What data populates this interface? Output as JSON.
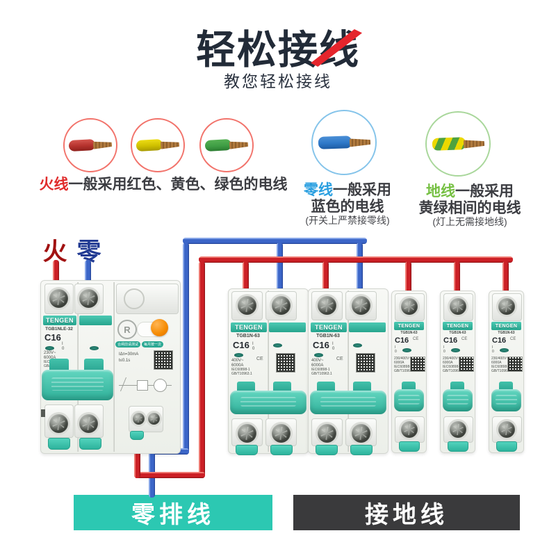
{
  "header": {
    "title": "轻松接线",
    "subtitle": "教您轻松接线"
  },
  "legend": {
    "live": {
      "term": "火线",
      "desc": "一般采用红色、黄色、绿色的电线"
    },
    "neutral": {
      "term": "零线",
      "desc": "一般采用",
      "line2": "蓝色的电线",
      "note": "(开关上严禁接零线)"
    },
    "ground": {
      "term": "地线",
      "desc": "一般采用",
      "line2": "黄绿相间的电线",
      "note": "(灯上无需接地线)"
    }
  },
  "feeds": {
    "live": "火",
    "neutral": "零"
  },
  "breakers": {
    "brand": "TENGEN",
    "switch_on": "I",
    "switch_off": "0",
    "ce": "CE",
    "rcbo": {
      "model": "TGB1NLE-32",
      "rating": "C16",
      "voltage": "230V~",
      "breaking": "6000A",
      "std1": "IEC61009-1",
      "std2": "GB/T16917.1",
      "rcd_logo": "R",
      "tip1": "合闸前请测试",
      "tip2": "每月按一次",
      "leakage": "IΔn=30mA",
      "trip": "t≤0.1s"
    },
    "dp": {
      "model": "TGB1N-63",
      "rating": "C16",
      "voltage": "400V~",
      "breaking": "6000A",
      "std1": "IEC60898-1",
      "std2": "GB/T10963.1"
    },
    "sp": {
      "model": "TGB1N-63",
      "rating": "C16",
      "voltage": "230/400V~",
      "breaking": "6000A",
      "std1": "IEC60898-1",
      "std2": "GB/T10963.1"
    }
  },
  "bottom": {
    "neutral_bus": "零排线",
    "ground_wire": "接地线"
  },
  "colors": {
    "teal": "#2cc8b2",
    "wire_red": "#c9242b",
    "wire_blue": "#3a63c4",
    "dark_box": "#3a3a3c",
    "live_red": "#e02b2b",
    "neutral_blue": "#2a9fe0",
    "ground_green": "#76c043"
  }
}
